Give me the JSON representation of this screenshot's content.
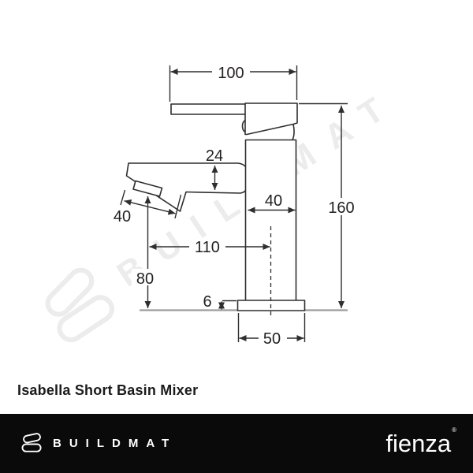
{
  "watermark": {
    "brand": "BUILDMAT"
  },
  "diagram": {
    "dim_handle_length": "100",
    "dim_spout_thickness": "24",
    "dim_body_width": "40",
    "dim_overall_height": "160",
    "dim_spout_tip": "40",
    "dim_spout_reach": "110",
    "dim_outlet_clearance": "80",
    "dim_base_thickness": "6",
    "dim_base_width": "50"
  },
  "product": {
    "title": "Isabella Short Basin Mixer"
  },
  "footer": {
    "left_brand": "BUILDMAT",
    "right_brand": "fienza",
    "registered_mark": "®"
  },
  "colors": {
    "line": "#2e2e2e",
    "text": "#231f20",
    "bench_line": "#9c9c9c",
    "watermark": "#ececec",
    "footer_bg": "#0a0a0a"
  }
}
